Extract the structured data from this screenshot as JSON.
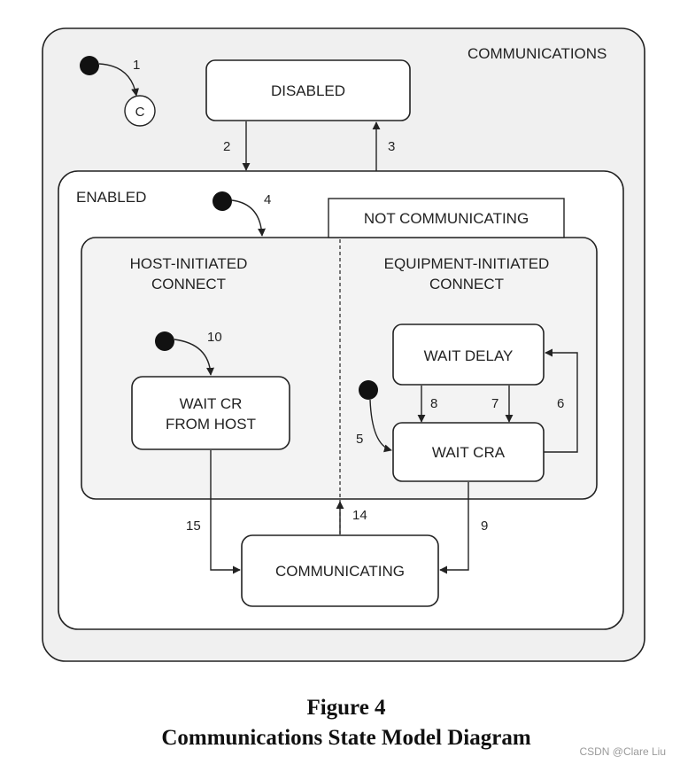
{
  "diagram": {
    "outer_label": "COMMUNICATIONS",
    "history_marker": "C",
    "enabled_label": "ENABLED",
    "not_communicating_label": "NOT COMMUNICATING",
    "host_initiated_line1": "HOST-INITIATED",
    "host_initiated_line2": "CONNECT",
    "equipment_initiated_line1": "EQUIPMENT-INITIATED",
    "equipment_initiated_line2": "CONNECT",
    "states": {
      "disabled": "DISABLED",
      "wait_delay": "WAIT DELAY",
      "wait_cra": "WAIT CRA",
      "wait_cr_line1": "WAIT CR",
      "wait_cr_line2": "FROM HOST",
      "communicating": "COMMUNICATING"
    },
    "transitions": {
      "t1": "1",
      "t2": "2",
      "t3": "3",
      "t4": "4",
      "t5": "5",
      "t6": "6",
      "t7": "7",
      "t8": "8",
      "t9": "9",
      "t10": "10",
      "t14": "14",
      "t15": "15"
    }
  },
  "caption": {
    "line1": "Figure 4",
    "line2": "Communications State Model Diagram"
  },
  "watermark": "CSDN @Clare Liu",
  "colors": {
    "outer_fill": "#f0f0f0",
    "enabled_fill": "#ffffff",
    "substate_fill": "#f3f3f3",
    "state_fill": "#ffffff",
    "stroke": "#222222"
  }
}
